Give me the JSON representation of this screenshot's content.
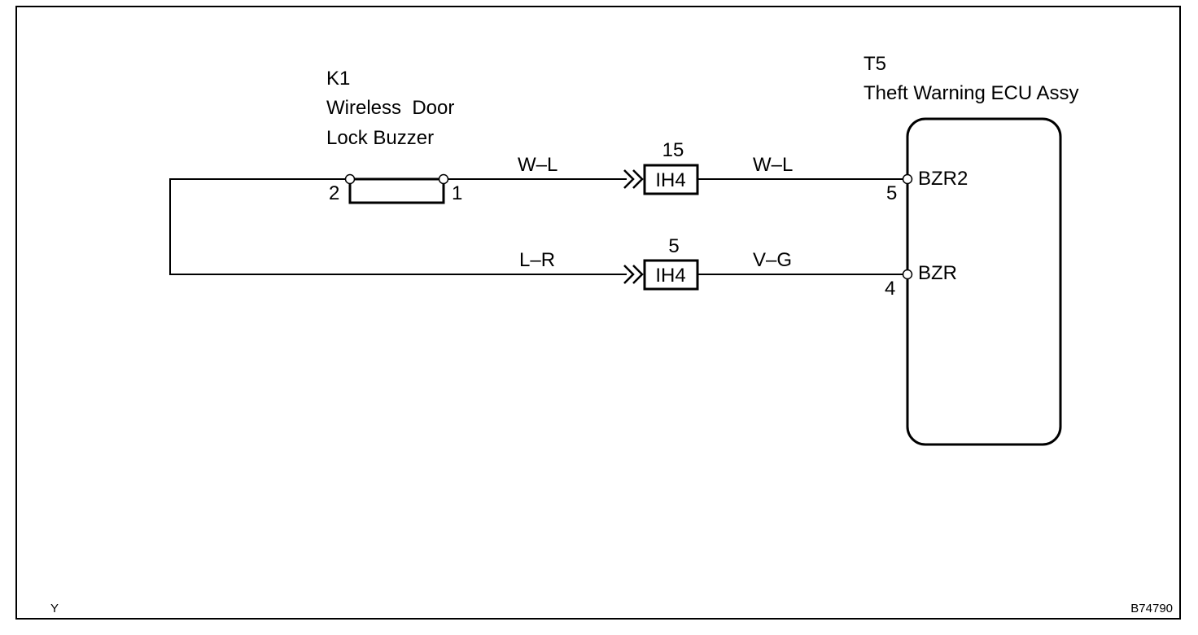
{
  "buzzer": {
    "code": "K1",
    "name_line1": "Wireless  Door",
    "name_line2": "Lock Buzzer",
    "pin_left": "2",
    "pin_right": "1"
  },
  "ecu": {
    "code": "T5",
    "name": "Theft Warning ECU Assy",
    "pin_top_number": "5",
    "pin_top_name": "BZR2",
    "pin_bottom_number": "4",
    "pin_bottom_name": "BZR"
  },
  "connector_top": {
    "pin": "15",
    "code": "IH4"
  },
  "connector_bottom": {
    "pin": "5",
    "code": "IH4"
  },
  "wires": {
    "top_left": "W–L",
    "top_right": "W–L",
    "bottom_left": "L–R",
    "bottom_right": "V–G"
  },
  "footer": {
    "left": "Y",
    "right": "B74790"
  }
}
